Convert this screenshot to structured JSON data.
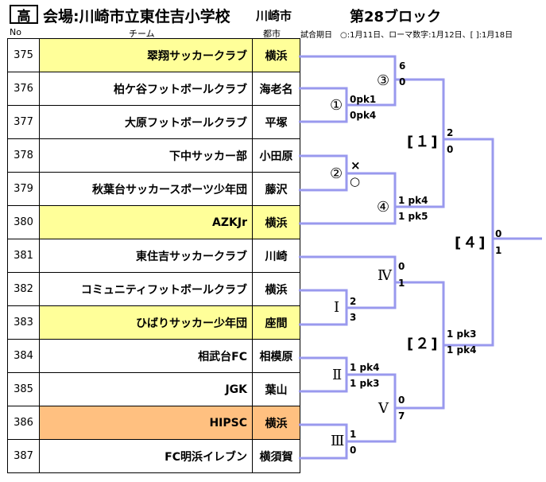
{
  "header": {
    "badge": "高",
    "venue": "会場:川崎市立東住吉小学校",
    "city": "川崎市",
    "block": "第28ブロック",
    "col_no": "No",
    "col_team": "チーム",
    "col_city": "都市",
    "note": "試合期日　○:1月11日、ローマ数字:1月12日、[ ]:1月18日"
  },
  "teams": [
    {
      "no": "375",
      "name": "翠翔サッカークラブ",
      "city": "横浜",
      "highlight": "yellow"
    },
    {
      "no": "376",
      "name": "柏ケ谷フットボールクラブ",
      "city": "海老名",
      "highlight": ""
    },
    {
      "no": "377",
      "name": "大原フットボールクラブ",
      "city": "平塚",
      "highlight": ""
    },
    {
      "no": "378",
      "name": "下中サッカー部",
      "city": "小田原",
      "highlight": ""
    },
    {
      "no": "379",
      "name": "秋葉台サッカースポーツ少年団",
      "city": "藤沢",
      "highlight": ""
    },
    {
      "no": "380",
      "name": "AZKJr",
      "city": "横浜",
      "highlight": "yellow"
    },
    {
      "no": "381",
      "name": "東住吉サッカークラブ",
      "city": "川崎",
      "highlight": ""
    },
    {
      "no": "382",
      "name": "コミュニティフットボールクラブ",
      "city": "横浜",
      "highlight": ""
    },
    {
      "no": "383",
      "name": "ひばりサッカー少年団",
      "city": "座間",
      "highlight": "yellow"
    },
    {
      "no": "384",
      "name": "相武台FC",
      "city": "相模原",
      "highlight": ""
    },
    {
      "no": "385",
      "name": "JGK",
      "city": "葉山",
      "highlight": ""
    },
    {
      "no": "386",
      "name": "HIPSC",
      "city": "横浜",
      "highlight": "orange"
    },
    {
      "no": "387",
      "name": "FC明浜イレブン",
      "city": "横須賀",
      "highlight": ""
    }
  ],
  "bracket": {
    "line_color": "#9999ee",
    "match_1": {
      "label": "①",
      "top": "0pk1",
      "bottom": "0pk4"
    },
    "match_2": {
      "label": "②",
      "top": "×",
      "bottom": "○"
    },
    "match_3": {
      "label": "③",
      "top": "6",
      "bottom": "0"
    },
    "match_4": {
      "label": "④",
      "top": "1 pk4",
      "bottom": "1 pk5"
    },
    "match_I": {
      "label": "Ⅰ",
      "top": "2",
      "bottom": "3"
    },
    "match_II": {
      "label": "Ⅱ",
      "top": "1 pk4",
      "bottom": "1 pk3"
    },
    "match_III": {
      "label": "Ⅲ",
      "top": "1",
      "bottom": "0"
    },
    "match_IV": {
      "label": "Ⅳ",
      "top": "0",
      "bottom": "1"
    },
    "match_V": {
      "label": "Ⅴ",
      "top": "0",
      "bottom": "7"
    },
    "semi_1": {
      "label": "[１]",
      "top": "2",
      "bottom": "0"
    },
    "semi_2": {
      "label": "[２]",
      "top": "1 pk3",
      "bottom": "1 pk4"
    },
    "final": {
      "label": "[４]",
      "top": "0",
      "bottom": "1"
    }
  }
}
